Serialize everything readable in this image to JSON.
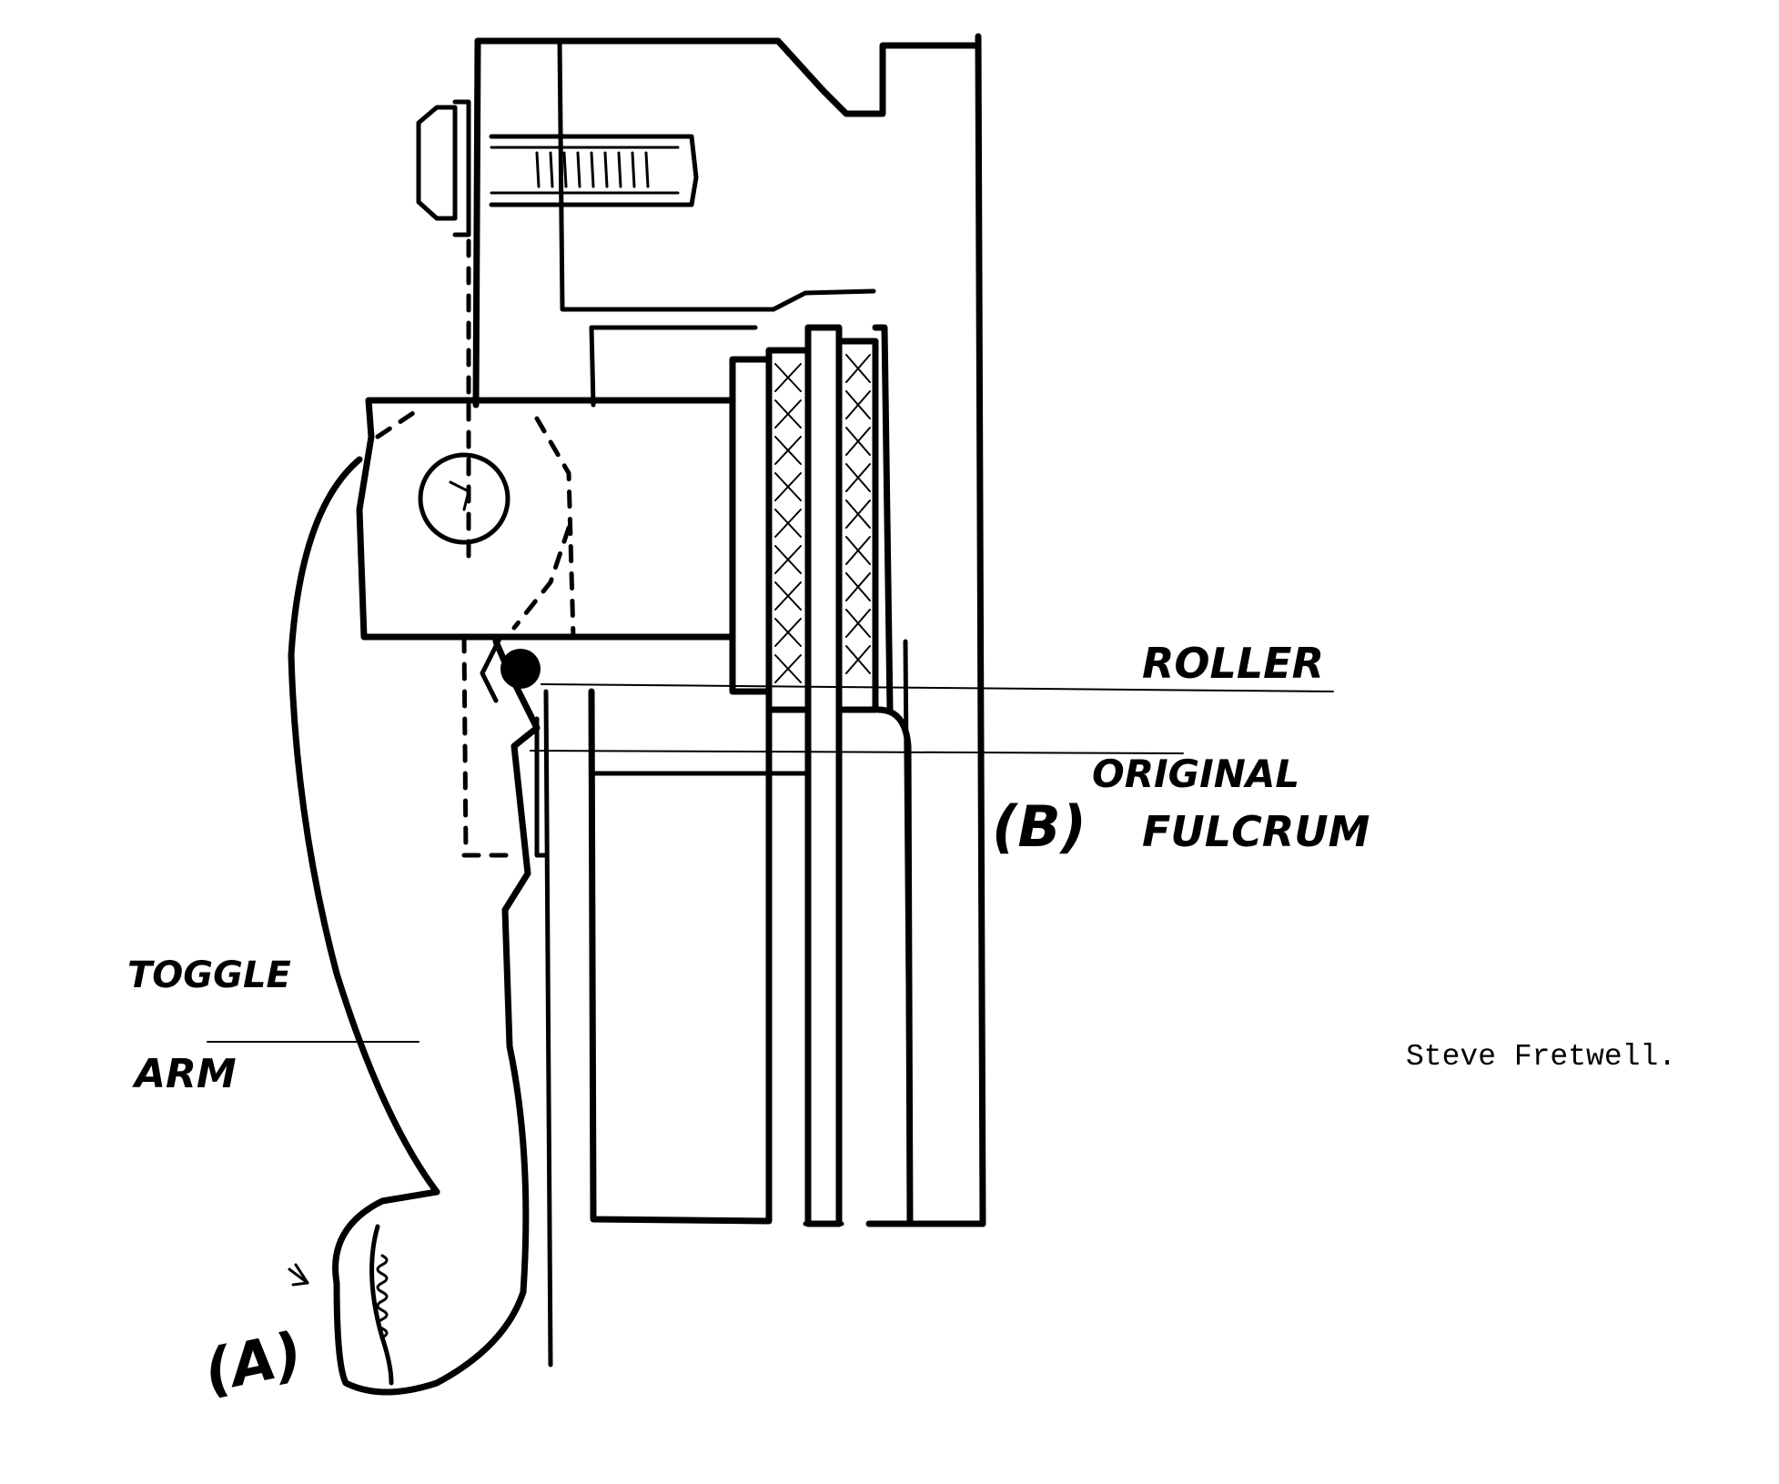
{
  "labels": {
    "roller": "ROLLER",
    "b_marker": "(B)",
    "original": "ORIGINAL",
    "fulcrum": "FULCRUM",
    "toggle": "TOGGLE",
    "arm": "ARM",
    "a_marker": "(A)",
    "signature": "Steve Fretwell."
  }
}
